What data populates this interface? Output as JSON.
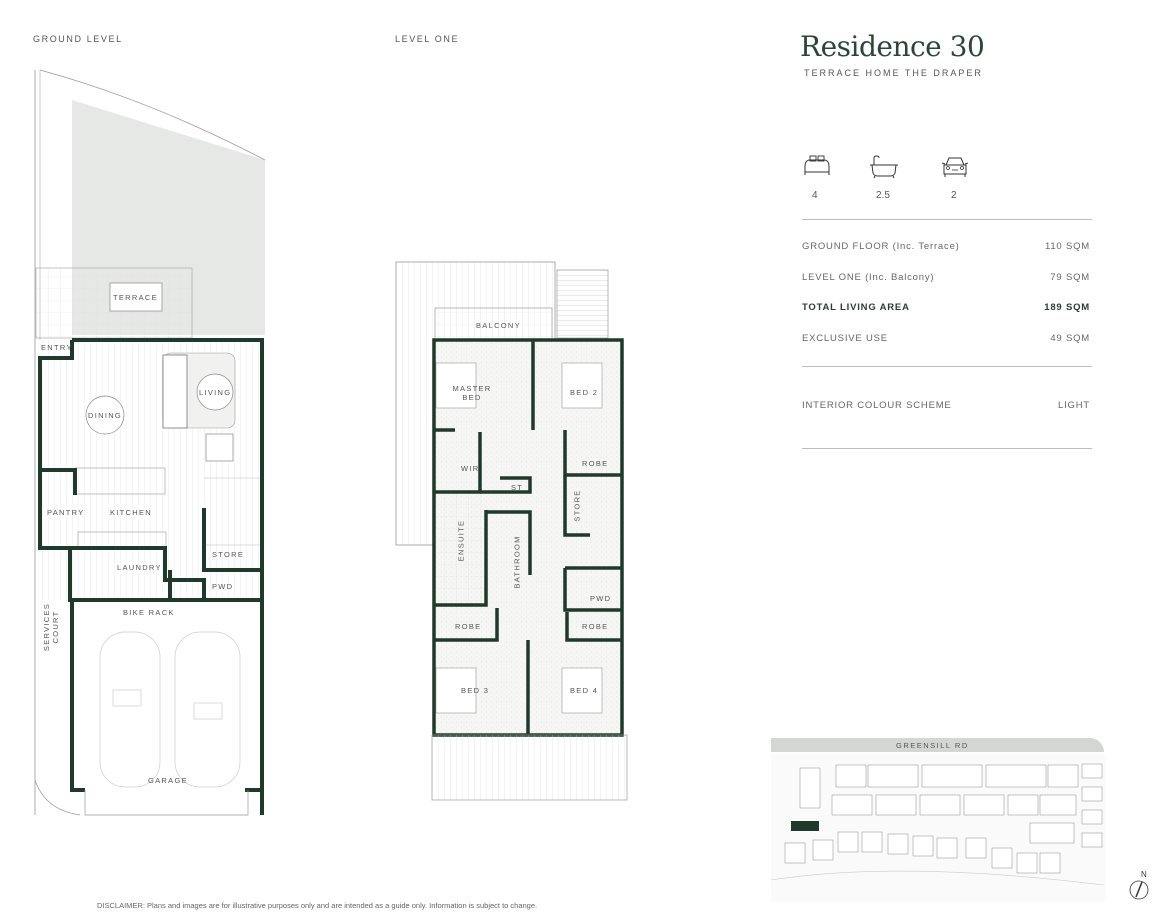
{
  "plans": {
    "ground": {
      "heading": "GROUND LEVEL",
      "rooms": {
        "terrace": "TERRACE",
        "entry": "ENTRY",
        "living": "LIVING",
        "dining": "DINING",
        "pantry": "PANTRY",
        "kitchen": "KITCHEN",
        "store": "STORE",
        "laundry": "LAUNDRY",
        "pwd": "PWD",
        "bike_rack": "BIKE RACK",
        "services_1": "SERVICES",
        "services_2": "COURT",
        "garage": "GARAGE"
      }
    },
    "level_one": {
      "heading": "LEVEL ONE",
      "rooms": {
        "balcony": "BALCONY",
        "master_1": "MASTER",
        "master_2": "BED",
        "bed2": "BED 2",
        "wir": "WIR",
        "robe_top": "ROBE",
        "st": "ST",
        "store": "STORE",
        "ensuite": "ENSUITE",
        "bathroom": "BATHROOM",
        "pwd": "PWD",
        "robe_left": "ROBE",
        "robe_right": "ROBE",
        "bed3": "BED 3",
        "bed4": "BED 4"
      }
    }
  },
  "summary": {
    "title": "Residence 30",
    "subtitle": "TERRACE HOME THE DRAPER",
    "features": [
      {
        "icon": "bed-icon",
        "value": "4"
      },
      {
        "icon": "bath-icon",
        "value": "2.5"
      },
      {
        "icon": "car-icon",
        "value": "2"
      }
    ],
    "areas": [
      {
        "label": "GROUND FLOOR (Inc. Terrace)",
        "value": "110 SQM"
      },
      {
        "label": "LEVEL ONE (Inc. Balcony)",
        "value": "79 SQM"
      },
      {
        "label": "TOTAL LIVING AREA",
        "value": "189 SQM"
      },
      {
        "label": "EXCLUSIVE USE",
        "value": "49 SQM"
      }
    ],
    "scheme_label": "INTERIOR COLOUR SCHEME",
    "scheme_value": "LIGHT"
  },
  "site_plan": {
    "road": "GREENSILL RD",
    "north": "N"
  },
  "disclaimer": "DISCLAIMER: Plans and images are for illustrative purposes only and are intended as a guide only. Information is subject to change.",
  "colors": {
    "wall": "#1f3a2a",
    "title": "#2c4636",
    "highlight": "#1f3a2a"
  }
}
